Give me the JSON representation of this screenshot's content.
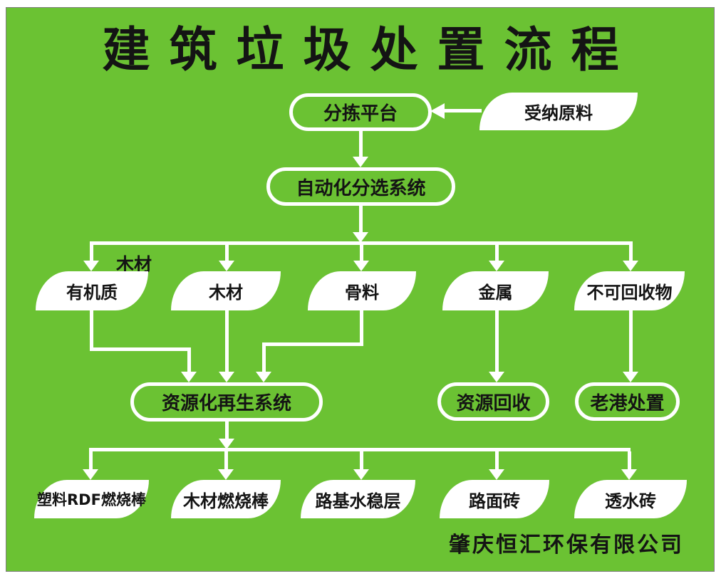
{
  "title": "建筑垃圾处置流程",
  "company": "肇庆恒汇环保有限公司",
  "colors": {
    "background_green": "#6bc233",
    "node_white": "#ffffff",
    "text_black": "#141414",
    "connector_white": "#ffffff"
  },
  "nodes": {
    "raw_material": "受纳原料",
    "sorting_platform": "分拣平台",
    "auto_sorting_system": "自动化分选系统",
    "wood_floating_label": "木材",
    "categories": [
      "有机质",
      "木材",
      "骨料",
      "金属",
      "不可回收物"
    ],
    "recycle_system": "资源化再生系统",
    "resource_recovery": "资源回收",
    "laogang_disposal": "老港处置",
    "products": [
      "塑料RDF燃烧棒",
      "木材燃烧棒",
      "路基水稳层",
      "路面砖",
      "透水砖"
    ]
  }
}
